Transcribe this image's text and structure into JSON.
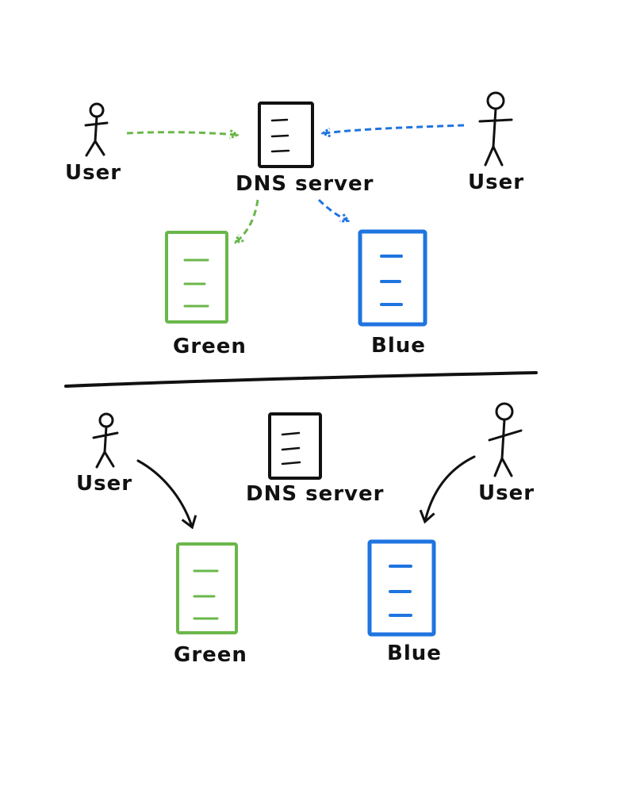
{
  "colors": {
    "ink": "#111111",
    "green": "#6ab74a",
    "blue": "#1f74e0"
  },
  "icons": {
    "user": "stick-figure-icon",
    "server": "server-icon",
    "arrow_dashed": "dashed-arrow-icon",
    "arrow_solid": "curved-arrow-icon"
  },
  "top_panel": {
    "user_left": "User",
    "user_right": "User",
    "dns": "DNS server",
    "green": "Green",
    "blue": "Blue"
  },
  "bottom_panel": {
    "user_left": "User",
    "user_right": "User",
    "dns": "DNS server",
    "green": "Green",
    "blue": "Blue"
  }
}
